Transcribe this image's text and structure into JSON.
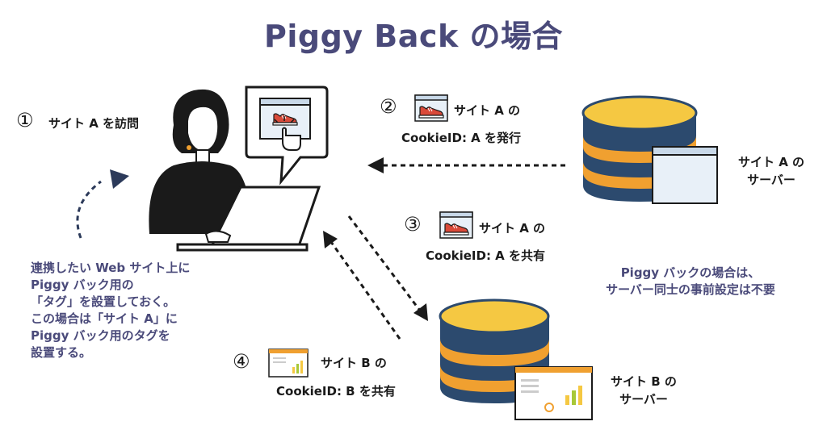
{
  "title": "Piggy Back の場合",
  "steps": [
    {
      "num": "①",
      "label": "サイト A を訪問"
    },
    {
      "num": "②",
      "line1": "サイト A の",
      "line2": "CookieID: A を発行"
    },
    {
      "num": "③",
      "line1": "サイト A の",
      "line2": "CookieID: A を共有"
    },
    {
      "num": "④",
      "line1": "サイト B の",
      "line2": "CookieID: B を共有"
    }
  ],
  "servers": {
    "a": {
      "line1": "サイト A の",
      "line2": "サーバー"
    },
    "b": {
      "line1": "サイト B の",
      "line2": "サーバー"
    }
  },
  "notes": {
    "left": [
      "連携したい Web サイト上に",
      "Piggy バック用の",
      "「タグ」を設置しておく。",
      "この場合は「サイト A」に",
      "Piggy バック用のタグを",
      "設置する。"
    ],
    "right": [
      "Piggy バックの場合は、",
      "サーバー同士の事前設定は不要"
    ]
  },
  "colors": {
    "title": "#4a4a7a",
    "server_blue": "#2c4a6e",
    "server_orange": "#f0a030",
    "server_yellow": "#f5c842",
    "shoe_red": "#d94a3a",
    "text": "#1a1a1a"
  },
  "icons": [
    "person-with-laptop",
    "shoe-browser-icon",
    "pointer-hand-icon",
    "chart-browser-icon",
    "database-icon"
  ]
}
